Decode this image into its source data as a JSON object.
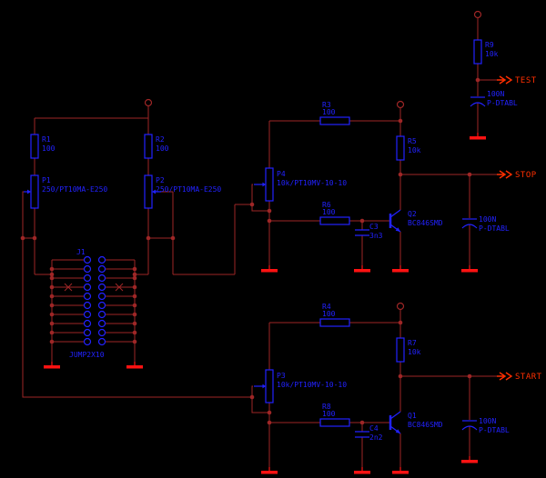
{
  "colors": {
    "background": "#000000",
    "wire": "#9e2626",
    "component": "#2222ff",
    "net_label": "#ff2f00",
    "ground": "#ff1212"
  },
  "schematic": {
    "left": {
      "r1": {
        "name": "R1",
        "value": "100"
      },
      "r2": {
        "name": "R2",
        "value": "100"
      },
      "p1": {
        "name": "P1",
        "value": "250/PT10MA-E250"
      },
      "p2": {
        "name": "P2",
        "value": "250/PT10MA-E250"
      },
      "connector": {
        "name": "J1",
        "value": "JUMP2X10"
      }
    },
    "test": {
      "resistor": {
        "name": "R9",
        "value": "10k"
      },
      "cap": {
        "value": "100N",
        "package": "P-DTABL"
      },
      "label": "TEST"
    },
    "stop": {
      "r_top": {
        "name": "R3",
        "value": "100"
      },
      "r_load": {
        "name": "R5",
        "value": "10k"
      },
      "pot": {
        "name": "P4",
        "value": "10k/PT10MV-10-10"
      },
      "r_base": {
        "name": "R6",
        "value": "100"
      },
      "cap": {
        "name": "C3",
        "value": "3n3"
      },
      "transistor": {
        "name": "Q2",
        "value": "BC846SMD"
      },
      "out_cap": {
        "value": "100N",
        "package": "P-DTABL"
      },
      "label": "STOP"
    },
    "start": {
      "r_top": {
        "name": "R4",
        "value": "100"
      },
      "r_load": {
        "name": "R7",
        "value": "10k"
      },
      "pot": {
        "name": "P3",
        "value": "10k/PT10MV-10-10"
      },
      "r_base": {
        "name": "R8",
        "value": "100"
      },
      "cap": {
        "name": "C4",
        "value": "2n2"
      },
      "transistor": {
        "name": "Q1",
        "value": "BC846SMD"
      },
      "out_cap": {
        "value": "100N",
        "package": "P-DTABL"
      },
      "label": "START"
    }
  }
}
